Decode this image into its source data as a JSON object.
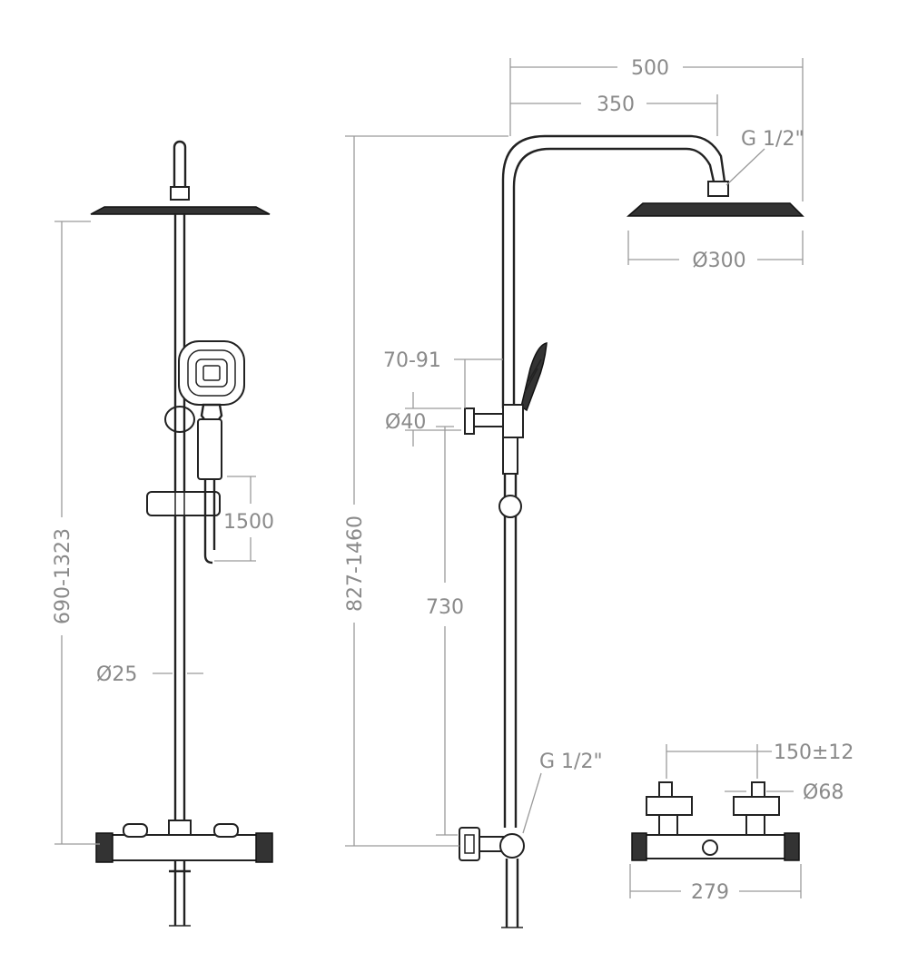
{
  "labels": {
    "front_height": "690-1323",
    "front_hose": "1500",
    "front_pipe_dia": "Ø25",
    "side_total_height": "827-1460",
    "side_arm_width": "500",
    "side_arm_offset": "350",
    "side_head_thread": "G 1/2\"",
    "side_head_dia": "Ø300",
    "side_holder_depth": "70-91",
    "side_holder_dia": "Ø40",
    "side_holder_height": "730",
    "side_mixer_thread": "G 1/2\"",
    "mixer_centers": "150±12",
    "mixer_outlet_dia": "Ø68",
    "mixer_width": "279"
  },
  "colors": {
    "line": "#222222",
    "dimension": "#8a8a8a",
    "background": "#ffffff"
  }
}
